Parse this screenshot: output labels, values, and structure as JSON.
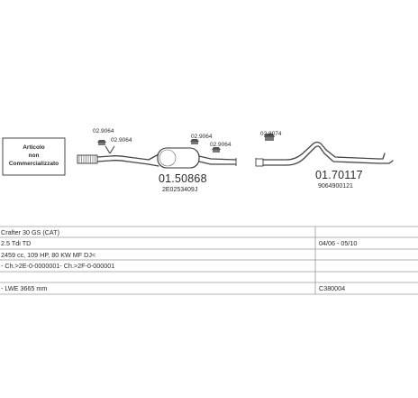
{
  "diagram": {
    "note_box": {
      "lines": [
        "Articolo",
        "non",
        "Commercializzato"
      ]
    },
    "parts": [
      {
        "id": "part-1",
        "label": "02.9064"
      },
      {
        "id": "part-2",
        "label": "02.9064"
      },
      {
        "id": "part-3",
        "label": "02.9064"
      },
      {
        "id": "part-4",
        "label": "02.9064"
      },
      {
        "id": "part-5",
        "label": "02.8074"
      }
    ],
    "front_muffler": {
      "number": "01.50868",
      "oem": "2E0253409J"
    },
    "rear_muffler": {
      "number": "01.70117",
      "oem": "9064900121"
    }
  },
  "info_rows": [
    {
      "left": "Crafter 30 GS  (CAT)",
      "right": ""
    },
    {
      "left": "2.5 Tdi TD",
      "right": "04/06 - 05/10"
    },
    {
      "left": "2459 cc, 109 HP, 80 KW  MF DJ<",
      "right": ""
    },
    {
      "left": "- Ch.>2E-0-0000001- Ch.>2F-0-000001",
      "right": ""
    },
    {
      "left": "",
      "right": ""
    },
    {
      "left": "- LWE 3665 mm",
      "right": "C380004"
    }
  ]
}
